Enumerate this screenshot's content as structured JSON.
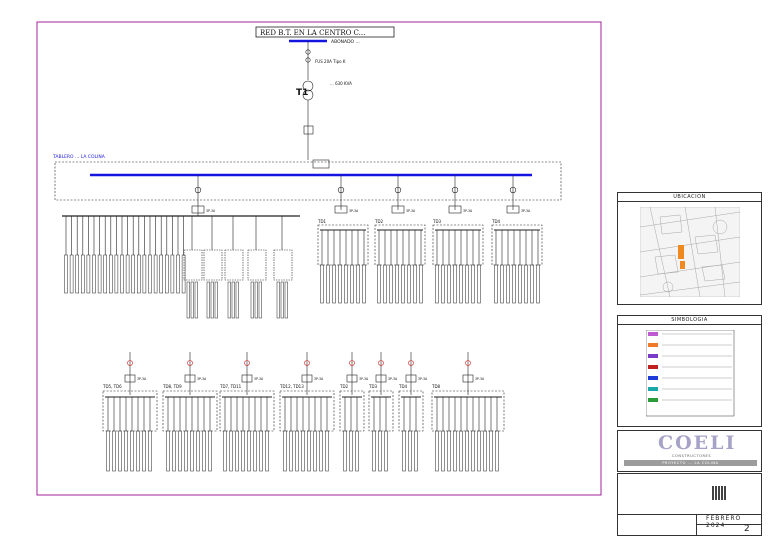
{
  "diagram": {
    "title": "RED B.T. EN LA CENTRO C...",
    "incoming_label": "ABONADO ...",
    "fuse_label": "FUS 20A Tipo K",
    "transformer_id": "T1",
    "transformer_specs": [
      "... 630 KVA"
    ],
    "busbar_label": "TABLERO ... LA COLINA",
    "upper_boards": [
      "TD1",
      "TD2",
      "TD3",
      "TD4"
    ],
    "lower_boards": [
      "TD5, TD6",
      "TD8, TD9",
      "TD7, TD11",
      "TD12, TD13",
      "TD2",
      "TD3",
      "TD4",
      "TD8"
    ],
    "breaker_rating": "3P-3A"
  },
  "title_block": {
    "location_header": "UBICACION",
    "legend_header": "SIMBOLOGIA",
    "legend_colors": [
      "#c05ad2",
      "#f07a2c",
      "#7a3cc8",
      "#c02020",
      "#1e3ad8",
      "#1aa8a8",
      "#2a9d3a"
    ],
    "company_name": "COELI",
    "company_sub": "CONSTRUCTORES",
    "project_bar": "PROYECTO ... LA COLINA",
    "date": "FEBRERO 2024",
    "sheet_number": "2"
  },
  "colors": {
    "border": "#a0239a",
    "bus": "#1414e0",
    "fuse_red": "#d02020"
  }
}
